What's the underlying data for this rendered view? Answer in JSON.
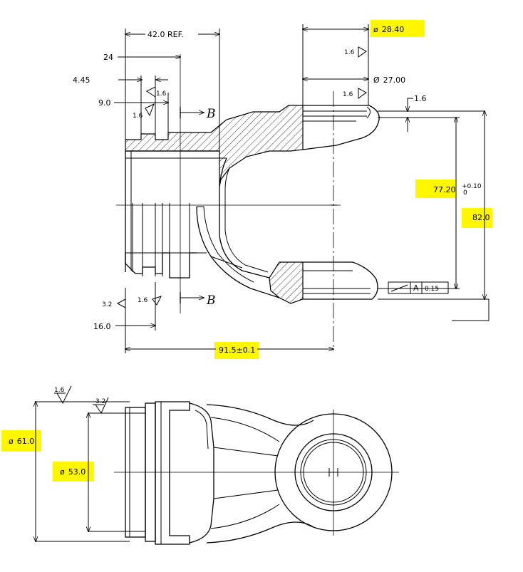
{
  "dimensions": {
    "overall_ref": "42.0 REF.",
    "step_24": "24",
    "step_445": "4.45",
    "step_90": "9.0",
    "dia_2840": "28.40",
    "dia_2700": "27.00",
    "wall_16": "1.6",
    "bore_7720": "77.20",
    "tol_upper": "+0.10",
    "tol_lower": "0",
    "height_820": "82.0",
    "datum_a": "A",
    "tolerance_015": "0.15",
    "length_160": "16.0",
    "length_915": "91.5±0.1",
    "dia_610": "61.0",
    "dia_530": "53.0"
  },
  "symbols": {
    "diameter": "ø",
    "diameter_alt": "Ø"
  },
  "surface_finish": {
    "s1": "1.6",
    "s2": "1.6",
    "s3": "1.6",
    "s4": "1.6",
    "s5": "1.6",
    "s6": "3.2",
    "s7": "1.6",
    "s8": "3.2"
  },
  "section_labels": {
    "top": "B",
    "bottom": "B"
  },
  "highlight_color": "#fff700"
}
